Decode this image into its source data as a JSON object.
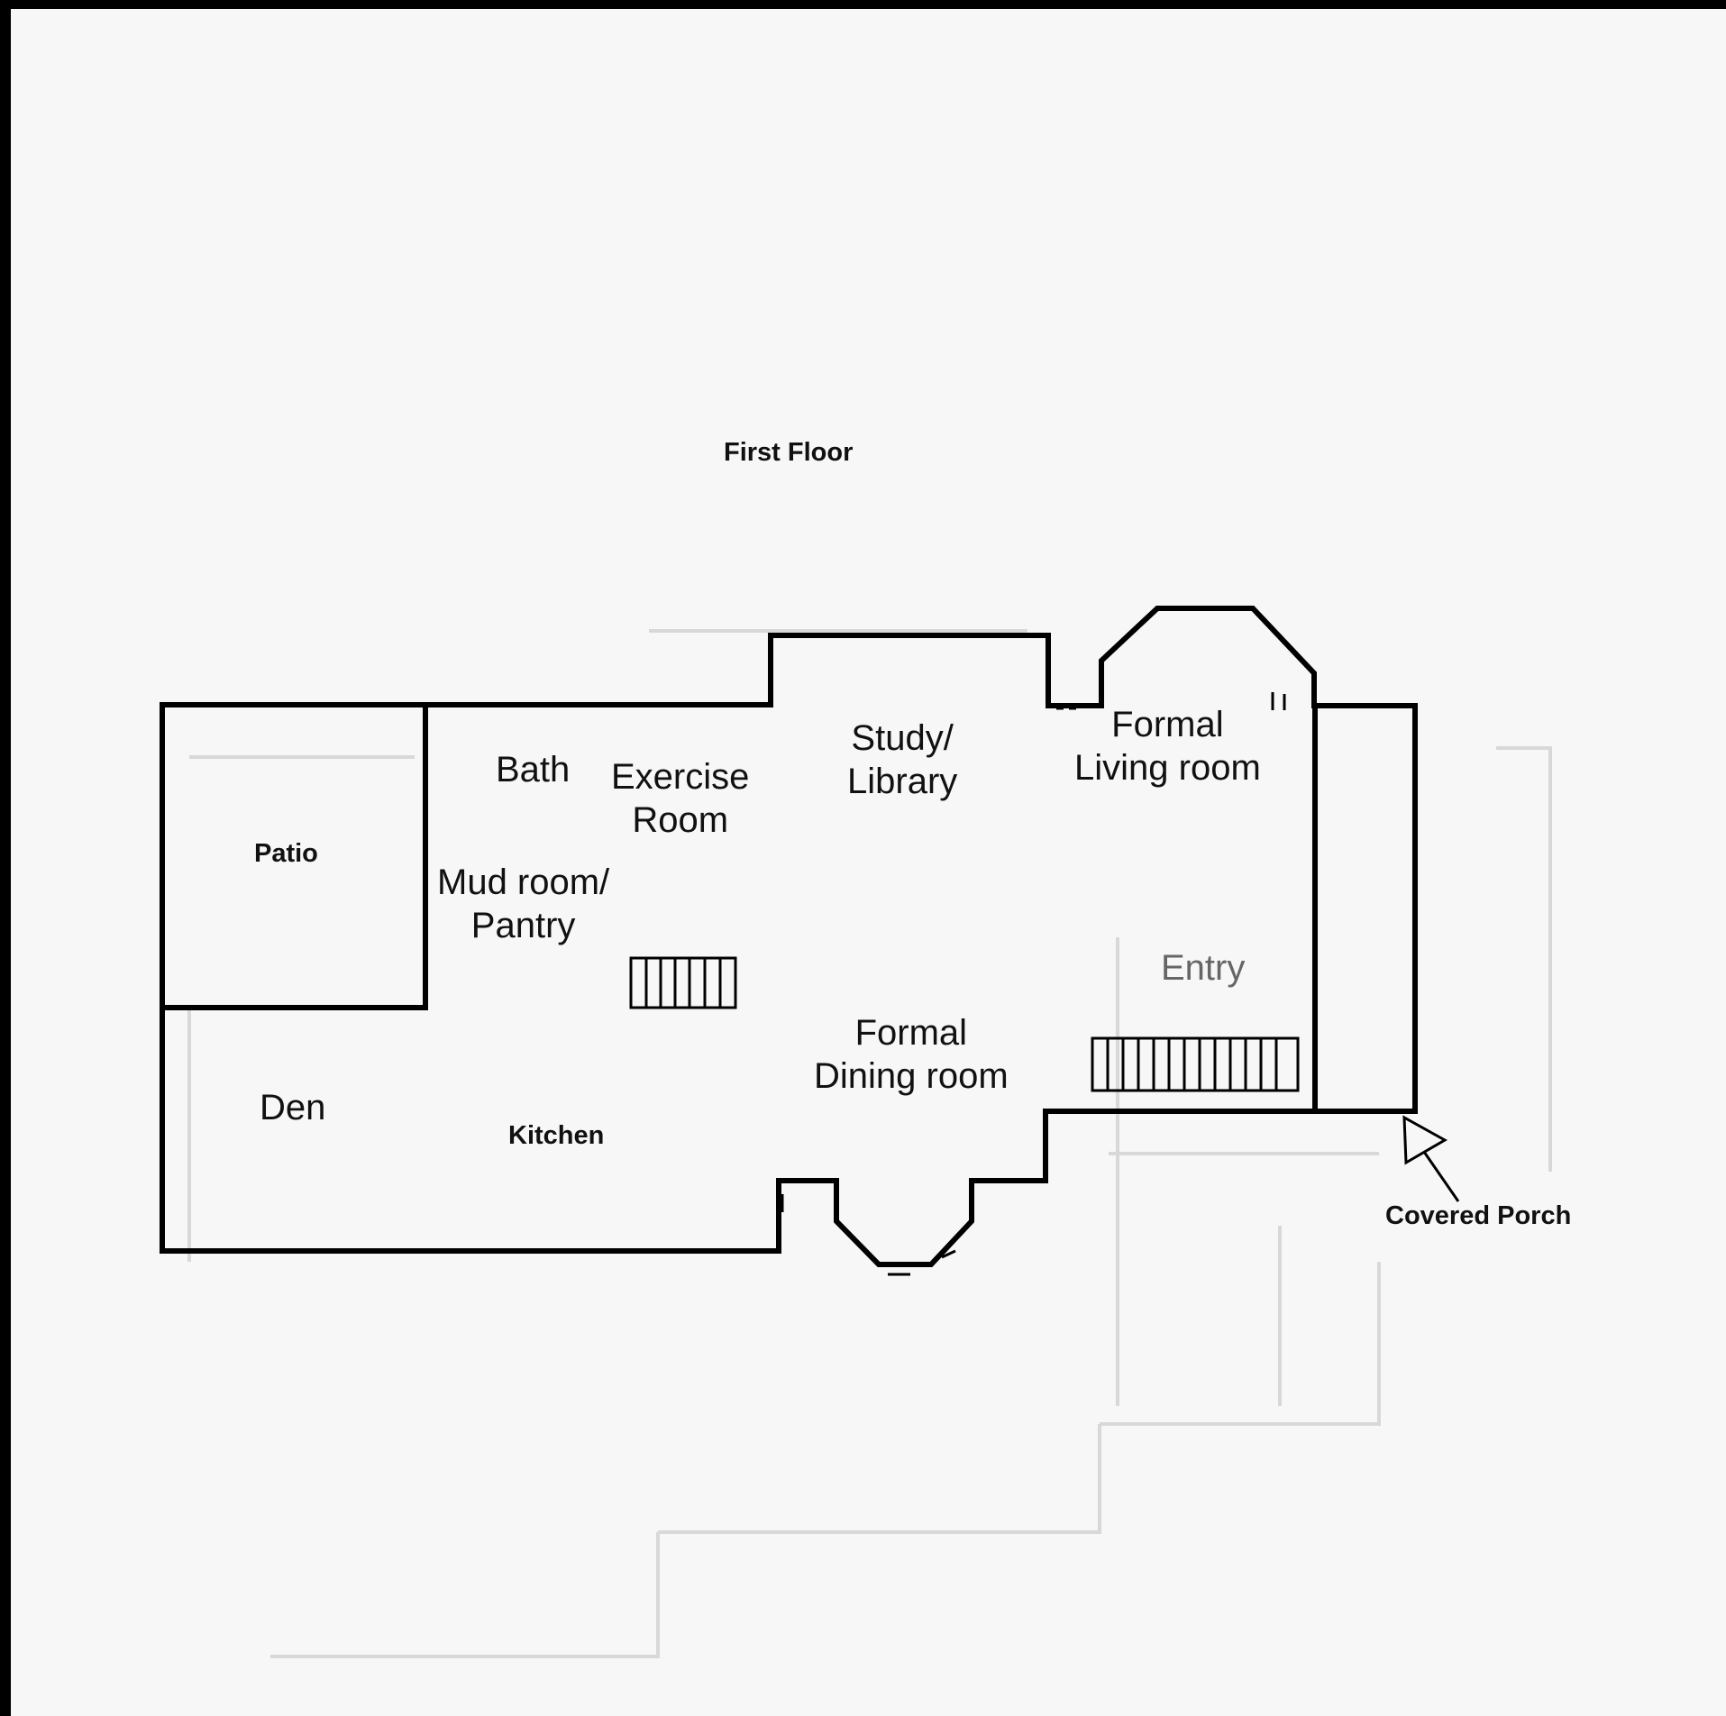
{
  "title": "First Floor",
  "rooms": {
    "patio": "Patio",
    "bath": "Bath",
    "exercise_line1": "Exercise",
    "exercise_line2": "Room",
    "study_line1": "Study/",
    "study_line2": "Library",
    "living_line1": "Formal",
    "living_line2": "Living room",
    "mud_line1": "Mud room/",
    "mud_line2": "Pantry",
    "entry": "Entry",
    "dining_line1": "Formal",
    "dining_line2": "Dining room",
    "den": "Den",
    "kitchen": "Kitchen"
  },
  "callout": {
    "covered_porch": "Covered Porch"
  }
}
